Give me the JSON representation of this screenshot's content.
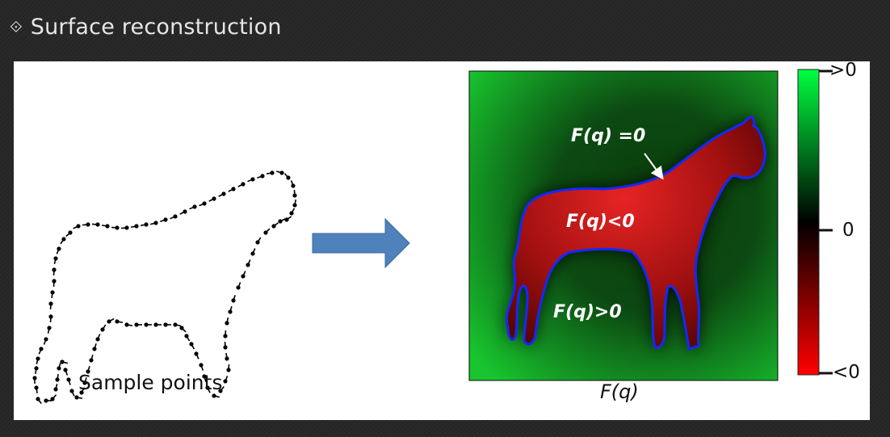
{
  "header": {
    "bullet_icon": "diamond-bullet-icon",
    "title": "Surface reconstruction"
  },
  "figure": {
    "left_caption": "Sample points",
    "right_caption": "F(q)",
    "labels": {
      "surface": "F(q) =0",
      "inside": "F(q)<0",
      "outside": "F(q)>0"
    },
    "colorbar": {
      "top": ">0",
      "middle": "0",
      "bottom": "<0",
      "colors": [
        "#00ff40",
        "#000000",
        "#ff0000"
      ]
    },
    "arrow_color": "#4f81bd",
    "contour_color": "#1428ff"
  }
}
